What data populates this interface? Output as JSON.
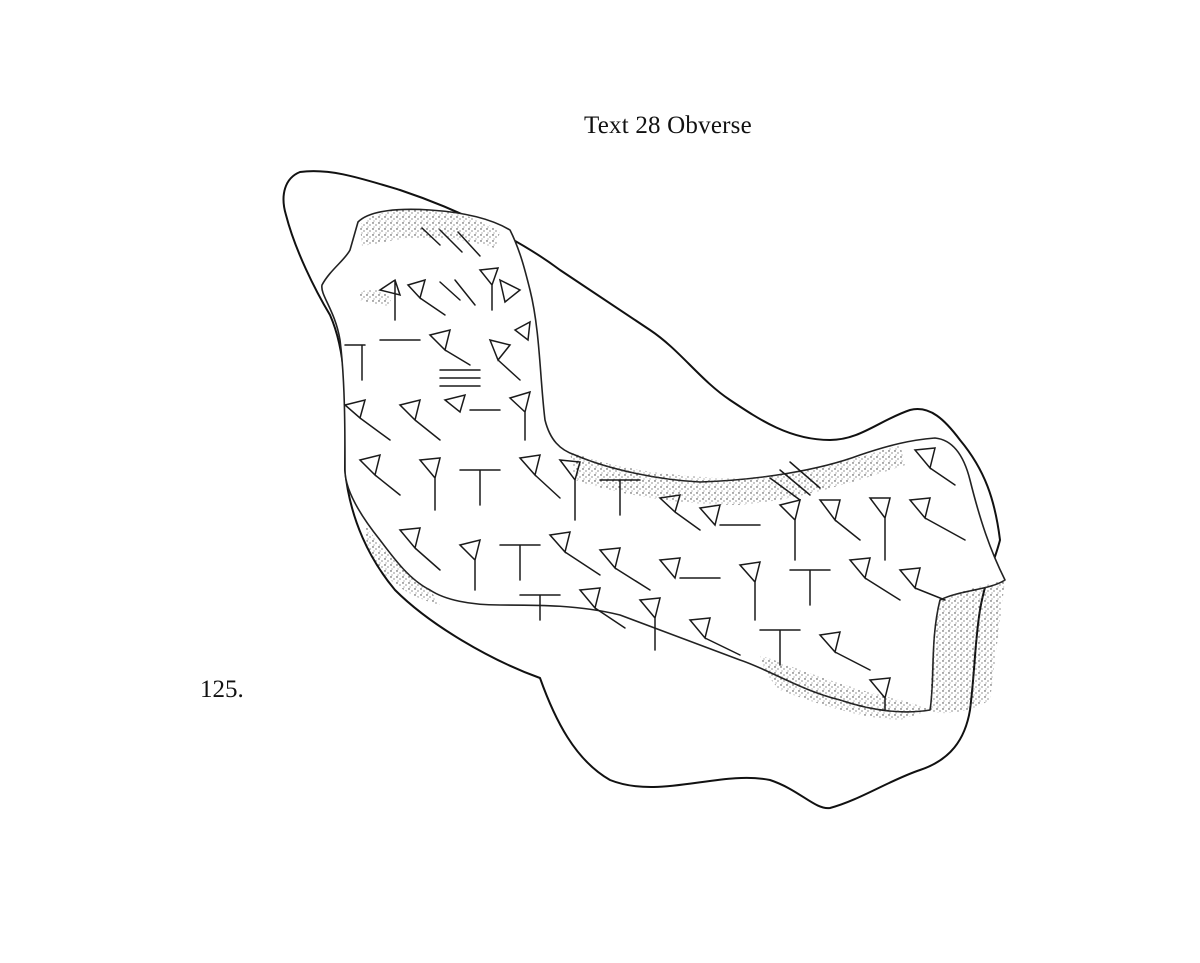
{
  "header": {
    "title": "Text 28 Obverse"
  },
  "page": {
    "plate_number": "125."
  },
  "figure": {
    "subject": "cuneiform-tablet-fragment",
    "view": "obverse",
    "elements": [
      "tablet-outline",
      "inscribed-surface",
      "damaged-stippled-areas",
      "cuneiform-wedges"
    ]
  }
}
